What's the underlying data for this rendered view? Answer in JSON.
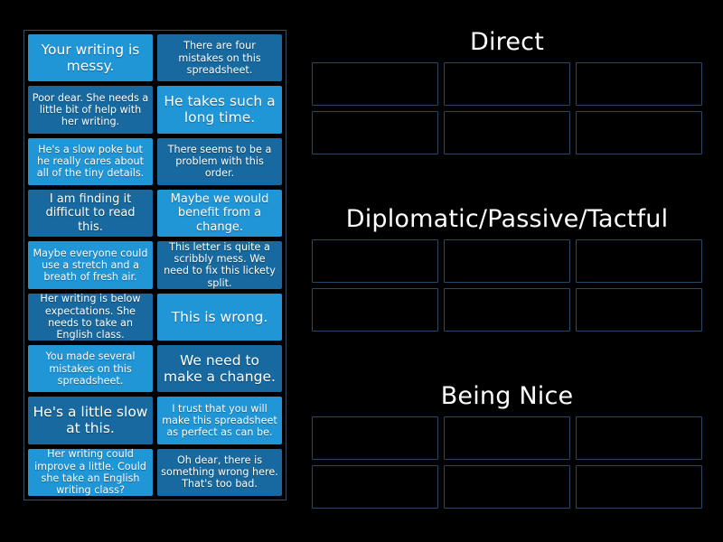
{
  "activity": {
    "type": "sorting-game",
    "background_color": "#000000",
    "tile_colors": {
      "light": "#2196d6",
      "dark": "#17699f"
    },
    "dropzone_border_color": "#2a4866",
    "tray_border_color": "#3b4d60",
    "title_color": "#ffffff"
  },
  "tray": {
    "columns": [
      {
        "tiles": [
          {
            "text": "Your writing is messy.",
            "shade": "light",
            "size": "lg"
          },
          {
            "text": "Poor dear. She needs a little bit of help with her writing.",
            "shade": "dark",
            "size": "sm"
          },
          {
            "text": "He's a slow poke but he really cares about all of the tiny details.",
            "shade": "light",
            "size": "sm"
          },
          {
            "text": "I am finding it difficult to read this.",
            "shade": "dark",
            "size": "md"
          },
          {
            "text": "Maybe everyone could use a stretch and a breath of fresh air.",
            "shade": "light",
            "size": "sm"
          },
          {
            "text": "Her writing is below expectations. She needs to take an English class.",
            "shade": "dark",
            "size": "sm"
          },
          {
            "text": "You made several mistakes on this spreadsheet.",
            "shade": "light",
            "size": "sm"
          },
          {
            "text": "He's a little slow at this.",
            "shade": "dark",
            "size": "lg"
          },
          {
            "text": "Her writing could improve a little. Could she take an English writing class?",
            "shade": "light",
            "size": "sm"
          }
        ]
      },
      {
        "tiles": [
          {
            "text": "There are four mistakes on this spreadsheet.",
            "shade": "dark",
            "size": "sm"
          },
          {
            "text": "He takes such a long time.",
            "shade": "light",
            "size": "lg"
          },
          {
            "text": "There seems to be a problem with this order.",
            "shade": "dark",
            "size": "sm"
          },
          {
            "text": "Maybe we would benefit from a change.",
            "shade": "light",
            "size": "md"
          },
          {
            "text": "This letter is quite a scribbly mess. We need to fix this lickety split.",
            "shade": "dark",
            "size": "sm"
          },
          {
            "text": "This is wrong.",
            "shade": "light",
            "size": "lg"
          },
          {
            "text": "We need to make a change.",
            "shade": "dark",
            "size": "lg"
          },
          {
            "text": "I trust that you will make this spreadsheet as perfect as can be.",
            "shade": "light",
            "size": "sm"
          },
          {
            "text": "Oh dear, there is something wrong here. That's too bad.",
            "shade": "dark",
            "size": "sm"
          }
        ]
      }
    ]
  },
  "categories": [
    {
      "title": "Direct",
      "slots": [
        "",
        "",
        "",
        "",
        "",
        ""
      ]
    },
    {
      "title": "Diplomatic/Passive/Tactful",
      "slots": [
        "",
        "",
        "",
        "",
        "",
        ""
      ]
    },
    {
      "title": "Being Nice",
      "slots": [
        "",
        "",
        "",
        "",
        "",
        ""
      ]
    }
  ]
}
